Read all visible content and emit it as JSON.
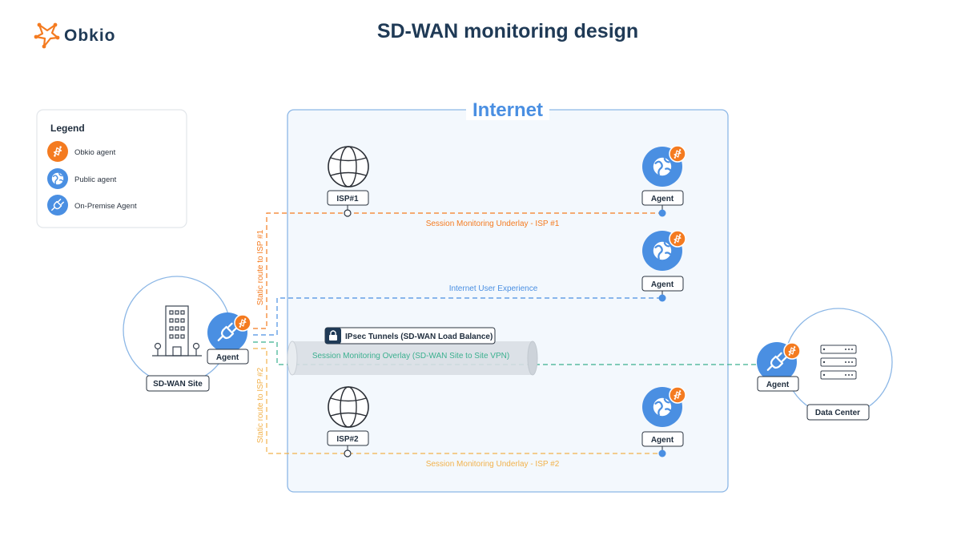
{
  "brand": {
    "name": "Obkio"
  },
  "title": "SD-WAN monitoring design",
  "internet_label": "Internet",
  "legend": {
    "title": "Legend",
    "items": [
      {
        "label": "Obkio agent",
        "icon": "obkio-agent-icon"
      },
      {
        "label": "Public agent",
        "icon": "globe-icon"
      },
      {
        "label": "On-Premise Agent",
        "icon": "plug-icon"
      }
    ]
  },
  "isps": {
    "isp1": "ISP#1",
    "isp2": "ISP#2"
  },
  "agents": {
    "label": "Agent"
  },
  "sites": {
    "sdwan": "SD-WAN Site",
    "datacenter": "Data Center"
  },
  "links": {
    "underlay1": "Session Monitoring Underlay - ISP #1",
    "user_experience": "Internet User Experience",
    "tunnel": "IPsec Tunnels (SD-WAN Load Balance)",
    "overlay": "Session Monitoring Overlay (SD-WAN Site to Site VPN)",
    "underlay2": "Session Monitoring Underlay - ISP #2",
    "route1": "Static route to ISP #1",
    "route2": "Static route to ISP #2"
  },
  "colors": {
    "orange": "#f47b20",
    "blue": "#4a8fe2",
    "blue_dark": "#1a66c9",
    "navy": "#1f3a56",
    "green": "#3bb08f",
    "amber": "#f2b24c",
    "panel_bg": "#f3f8fd",
    "panel_border": "#8cb7e6"
  }
}
